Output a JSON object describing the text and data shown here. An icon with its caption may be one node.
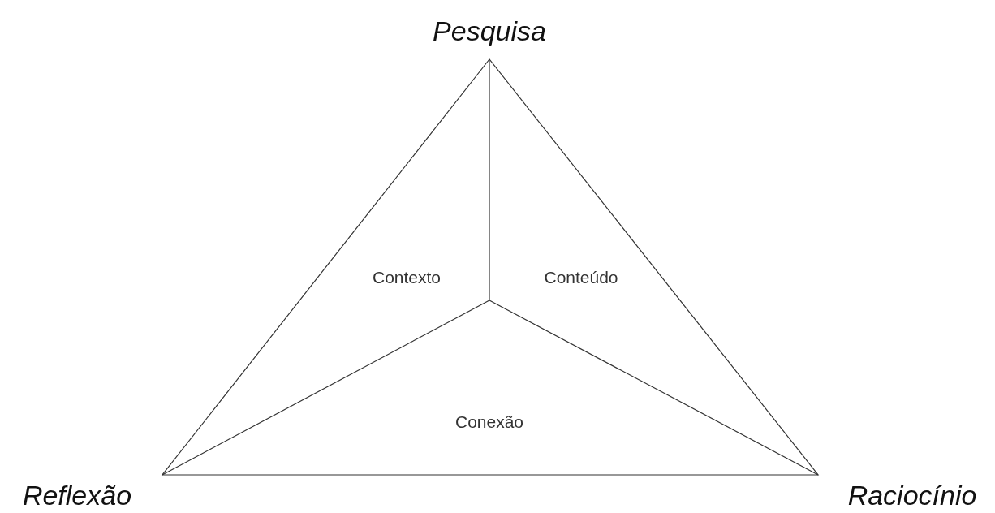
{
  "diagram": {
    "labels": [
      "Pesquisa",
      "Contexto",
      "Conteúdo",
      "Conexão",
      "Reflexão",
      "Raciocínio"
    ]
  }
}
